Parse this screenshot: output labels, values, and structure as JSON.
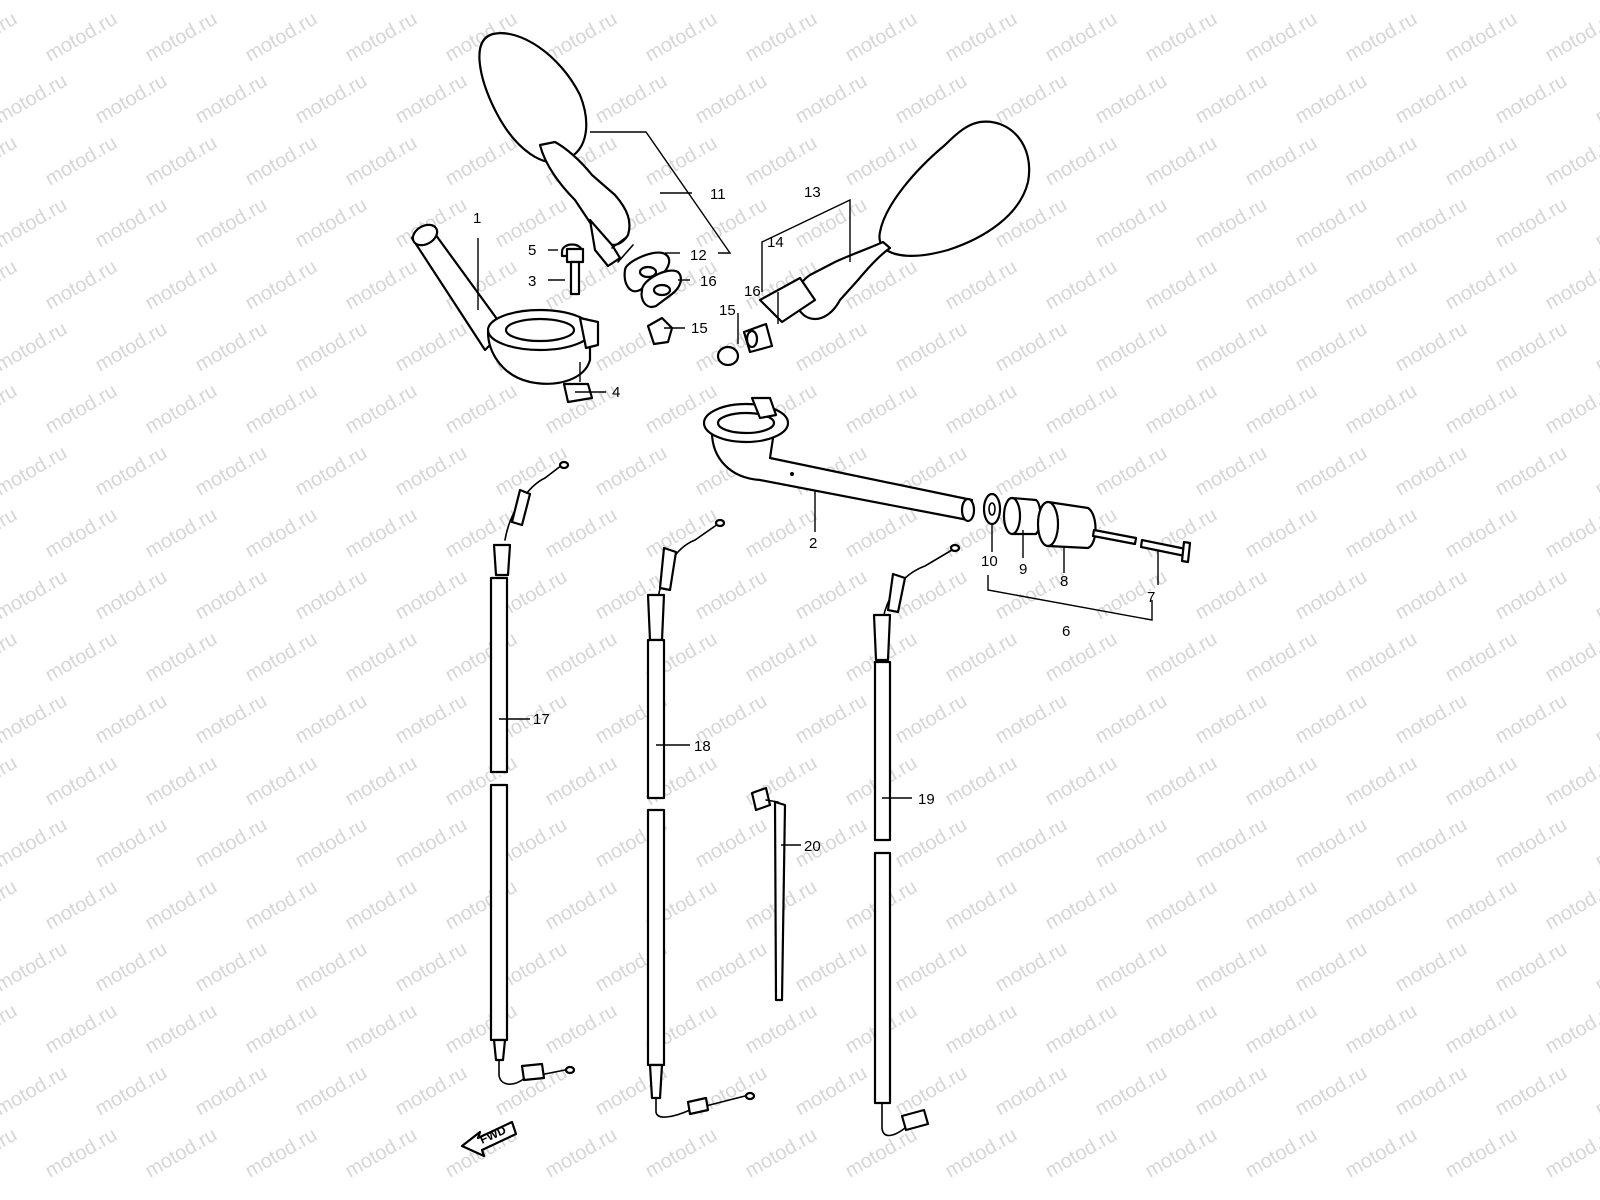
{
  "watermark": "motod.ru",
  "fwd_label": "FWD",
  "callouts": {
    "c1": "1",
    "c2": "2",
    "c3": "3",
    "c4": "4",
    "c5": "5",
    "c6": "6",
    "c7": "7",
    "c8": "8",
    "c9": "9",
    "c10": "10",
    "c11": "11",
    "c12": "12",
    "c13": "13",
    "c14": "14",
    "c15a": "15",
    "c15b": "15",
    "c16a": "16",
    "c16b": "16",
    "c17": "17",
    "c18": "18",
    "c19": "19",
    "c20": "20"
  },
  "colors": {
    "line": "#000000",
    "watermark": "#d6d6d6",
    "background": "#ffffff"
  }
}
